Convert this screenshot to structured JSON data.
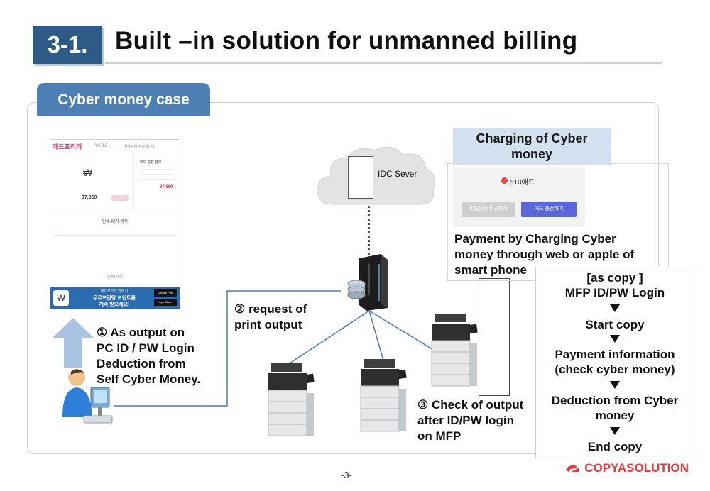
{
  "header": {
    "section_number": "3-1.",
    "title": "Built –in solution for unmanned billing"
  },
  "case_tab": "Cyber money case",
  "pc_screen": {
    "logo": "애드프리터",
    "version": "V5.3.6",
    "greeting": "사용자님 환영합니다",
    "panel_title": "애드 충전 정보",
    "balance": "37,869",
    "list_title": "인쇄 대기 목록",
    "print_button": "인쇄하기",
    "banner_line1": "애드프리터 앱에서",
    "banner_line2": "무료프린팅 포인트를",
    "banner_line3": "계속 받으세요!",
    "store1": "Google Play",
    "store2": "App Store"
  },
  "step1": "① As output on\nPC ID / PW Login\nDeduction from\nSelf Cyber Money.",
  "step2": "② request of\nprint output",
  "step3": "③ Check of output\nafter ID/PW login\non MFP",
  "idc_label": "IDC Sever",
  "charging": {
    "heading": "Charging of Cyber\nmoney",
    "amount": "510애드",
    "btn_password": "비밀번호 변경하기",
    "btn_charge": "애드 충전하기",
    "description": "Payment by Charging Cyber\nmoney through web or apple of\nsmart phone"
  },
  "flow": {
    "steps": [
      "[as copy ]\nMFP  ID/PW Login",
      "Start copy",
      "Payment information\n(check cyber money)",
      "Deduction from Cyber\nmoney",
      "End copy"
    ]
  },
  "footer": {
    "brand": "COPYASOLUTION",
    "page": "-3-"
  },
  "colors": {
    "accent": "#2e5a87",
    "tab": "#4d7fb4",
    "brand_red": "#e23a3a",
    "connector": "#4a7bb7"
  }
}
